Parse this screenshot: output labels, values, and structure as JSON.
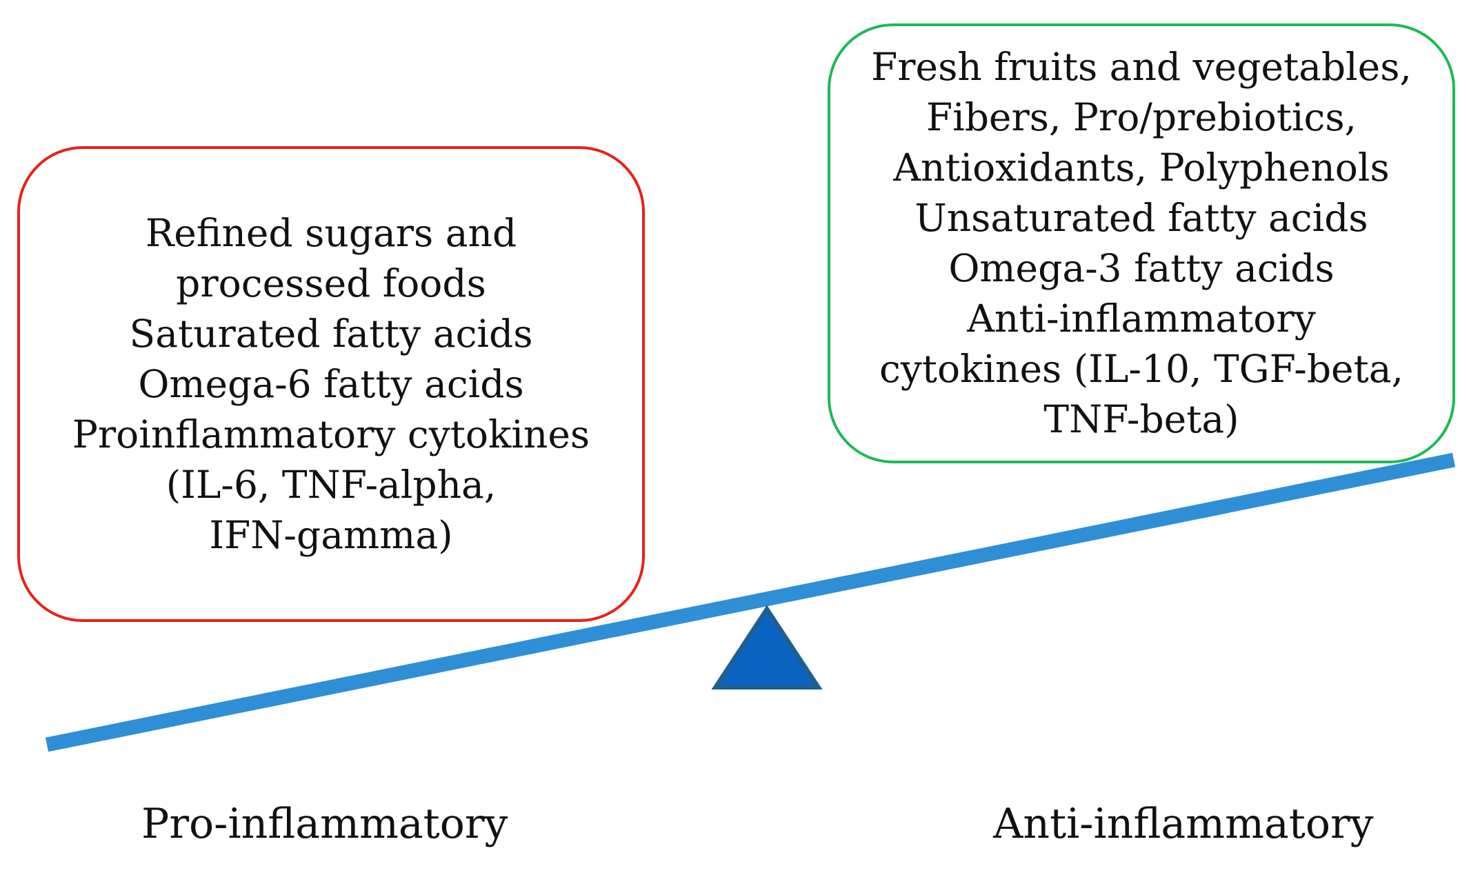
{
  "pro_box": {
    "lines": [
      "Refined sugars and",
      "processed foods",
      "Saturated fatty acids",
      "Omega-6 fatty acids",
      "Proinflammatory cytokines",
      "(IL-6, TNF-alpha,",
      "IFN-gamma)"
    ],
    "border_color": "#e8211b"
  },
  "anti_box": {
    "lines": [
      "Fresh fruits and vegetables,",
      "Fibers, Pro/prebiotics,",
      "Antioxidants, Polyphenols",
      "Unsaturated fatty acids",
      "Omega-3 fatty acids",
      "Anti-inflammatory",
      "cytokines (IL-10, TGF-beta,",
      "TNF-beta)"
    ],
    "border_color": "#1db954"
  },
  "seesaw": {
    "beam_color": "#2e8fd6",
    "fulcrum_fill": "#0b63c1",
    "fulcrum_stroke": "#1f5f8b"
  },
  "labels": {
    "left": "Pro-inflammatory",
    "right": "Anti-inflammatory"
  }
}
